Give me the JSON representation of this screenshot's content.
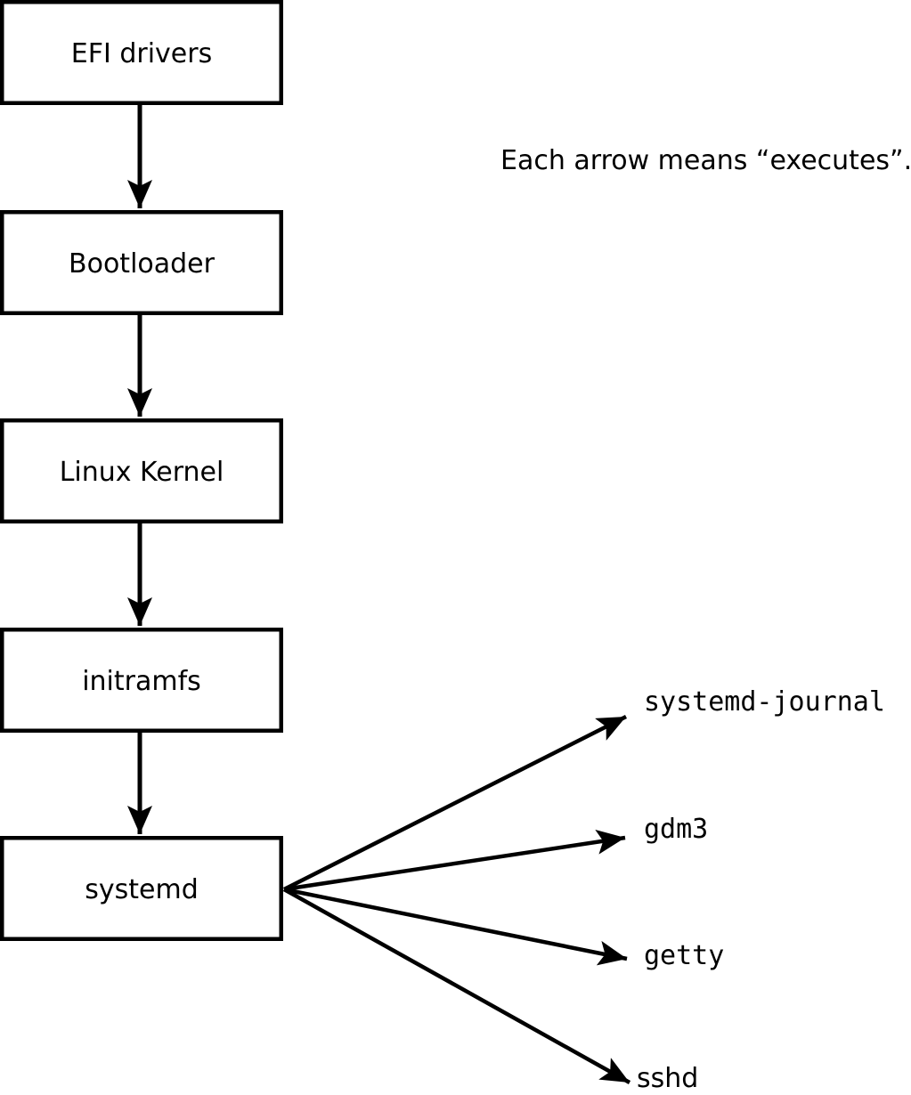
{
  "diagram": {
    "note": "Each arrow means “executes”.",
    "arrow_meaning": "executes",
    "boot_chain": [
      {
        "label": "EFI drivers"
      },
      {
        "label": "Bootloader"
      },
      {
        "label": "Linux Kernel"
      },
      {
        "label": "initramfs"
      },
      {
        "label": "systemd"
      }
    ],
    "spawned_services": [
      {
        "label": "systemd-journal"
      },
      {
        "label": "gdm3"
      },
      {
        "label": "getty"
      },
      {
        "label": "sshd"
      }
    ],
    "colors": {
      "line": "#000000",
      "box_fill": "#ffffff",
      "background": "#ffffff"
    }
  }
}
